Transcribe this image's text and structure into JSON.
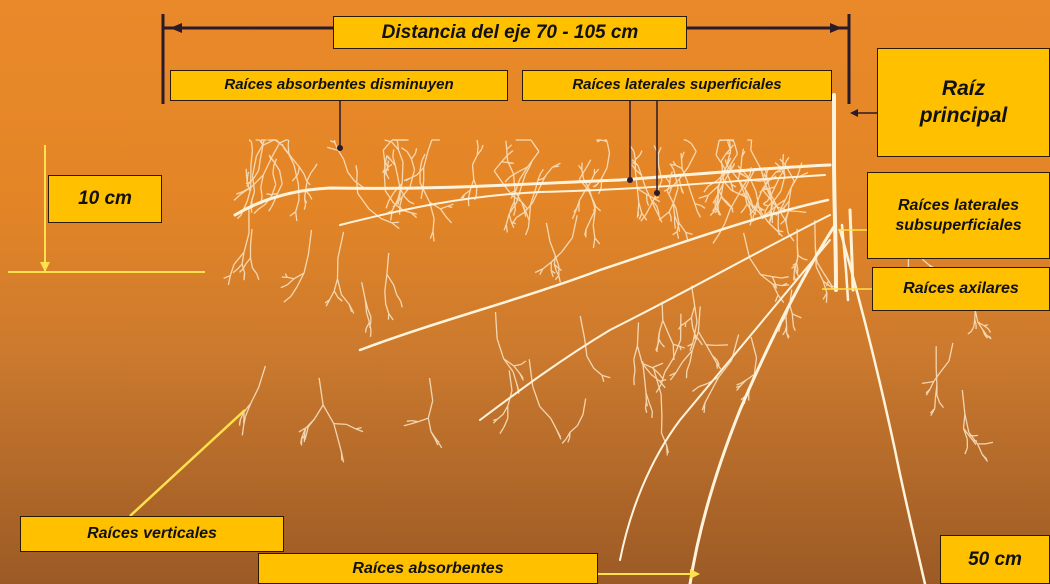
{
  "labels": {
    "distance": "Distancia del eje 70 - 105 cm",
    "absorbent_decrease": "Raíces absorbentes  disminuyen",
    "superficial_lateral": "Raíces laterales superficiales",
    "main_root_line1": "Raíz",
    "main_root_line2": "principal",
    "depth_10": "10 cm",
    "subsuperficial_line1": "Raíces laterales",
    "subsuperficial_line2": "subsuperficiales",
    "axillary": "Raíces axilares",
    "vertical": "Raíces verticales",
    "absorbent": "Raíces absorbentes",
    "depth_50": "50 cm"
  },
  "colors": {
    "label_fill": "#ffc000",
    "soil_top": "#e9892a",
    "soil_bottom": "#9b5a25",
    "root": "#fff3dc",
    "leader_yellow": "#ffe14d",
    "leader_dark": "#2a1a2a"
  }
}
